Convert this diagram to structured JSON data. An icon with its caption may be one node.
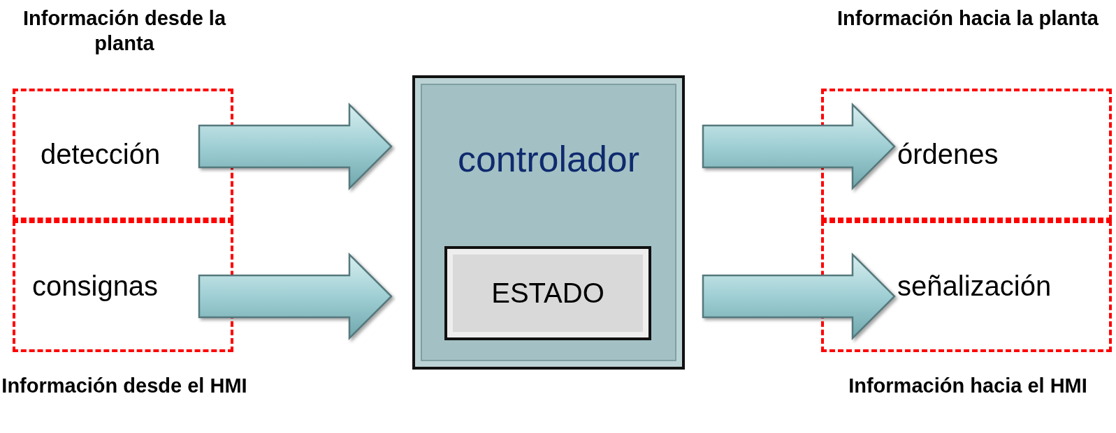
{
  "diagram": {
    "nodes": [
      {
        "text": [
          "detección"
        ]
      },
      {
        "text": [
          "consignas"
        ]
      },
      {
        "text": [
          "controlador"
        ]
      },
      {
        "text": [
          "ESTADO"
        ],
        "in": 2
      },
      {
        "text": [
          "órdenes"
        ]
      },
      {
        "text": [
          "señalización"
        ]
      }
    ],
    "edges": [
      {
        "from": 0,
        "to": 2,
        "arrow": "to",
        "style": "thick"
      },
      {
        "from": 1,
        "to": 2,
        "arrow": "to",
        "style": "thick"
      },
      {
        "from": 2,
        "to": 4,
        "arrow": "to",
        "style": "thick"
      },
      {
        "from": 2,
        "to": 5,
        "arrow": "to",
        "style": "thick"
      }
    ],
    "labels": [
      "Información desde la planta",
      "Información hacia la planta",
      "Información desde el HMI",
      "Información hacia el HMI"
    ]
  }
}
